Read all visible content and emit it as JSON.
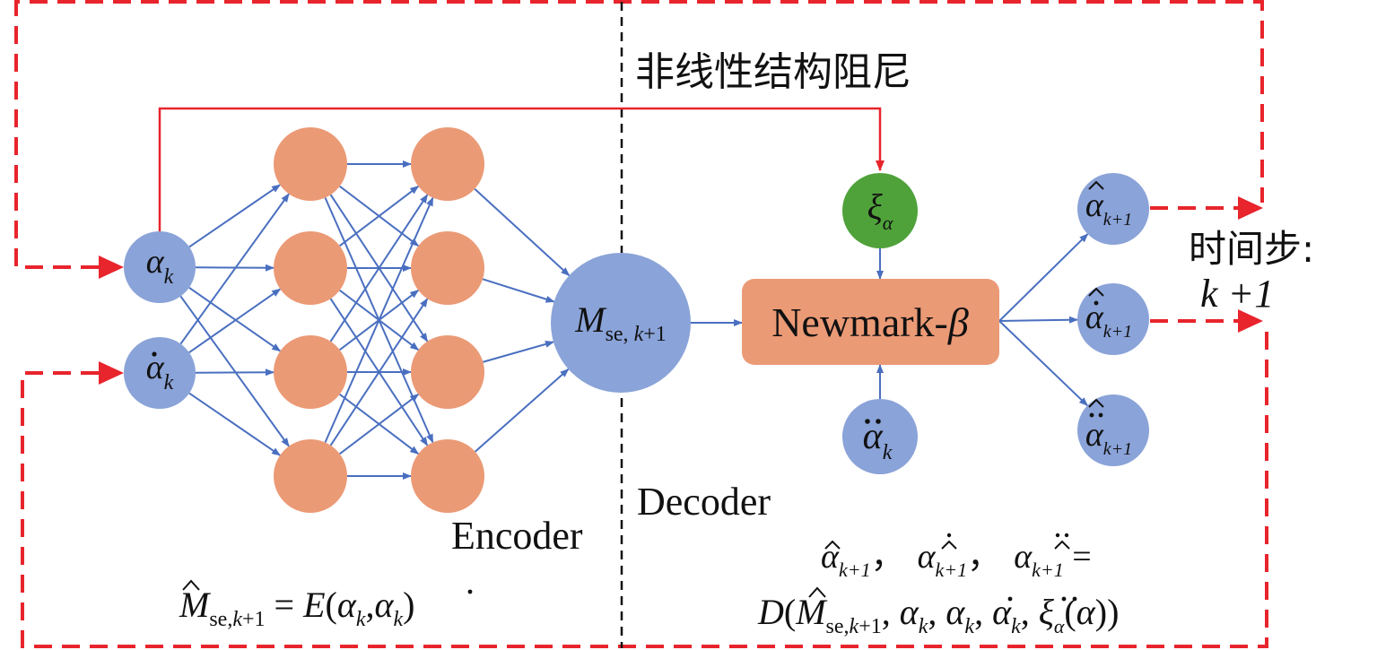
{
  "labels": {
    "top_label": "非线性结构阻尼",
    "time_step_line1": "时间步:",
    "time_step_line2": "k +1",
    "encoder": "Encoder",
    "decoder": "Decoder",
    "newmark": "Newmark-β",
    "encoder_formula": "M̂se,k+1 = E(αk,α̇k)",
    "decoder_formula_line1": "α̂k+1,  α̂̇k+1,  α̂̈k+1 =",
    "decoder_formula_line2": "D(M̂se,k+1, αk, α̇k, α̈k, ξα(α))"
  },
  "nodes": {
    "alpha_k": "αk",
    "alpha_dot_k": "α̇k",
    "M_se": "Mse, k+1",
    "xi_alpha": "ξα",
    "alpha_ddot_k": "α̈k",
    "alpha_hat_k1": "α̂k+1",
    "alpha_hat_dot_k1": "α̂̇k+1",
    "alpha_hat_ddot_k1": "α̂̈k+1"
  },
  "colors": {
    "blue_node": "#8aa3d8",
    "orange_node": "#eb9a76",
    "green_node": "#4fa23a",
    "edge_blue": "#4a6fc0",
    "red": "#e8242c",
    "black": "#111111"
  }
}
